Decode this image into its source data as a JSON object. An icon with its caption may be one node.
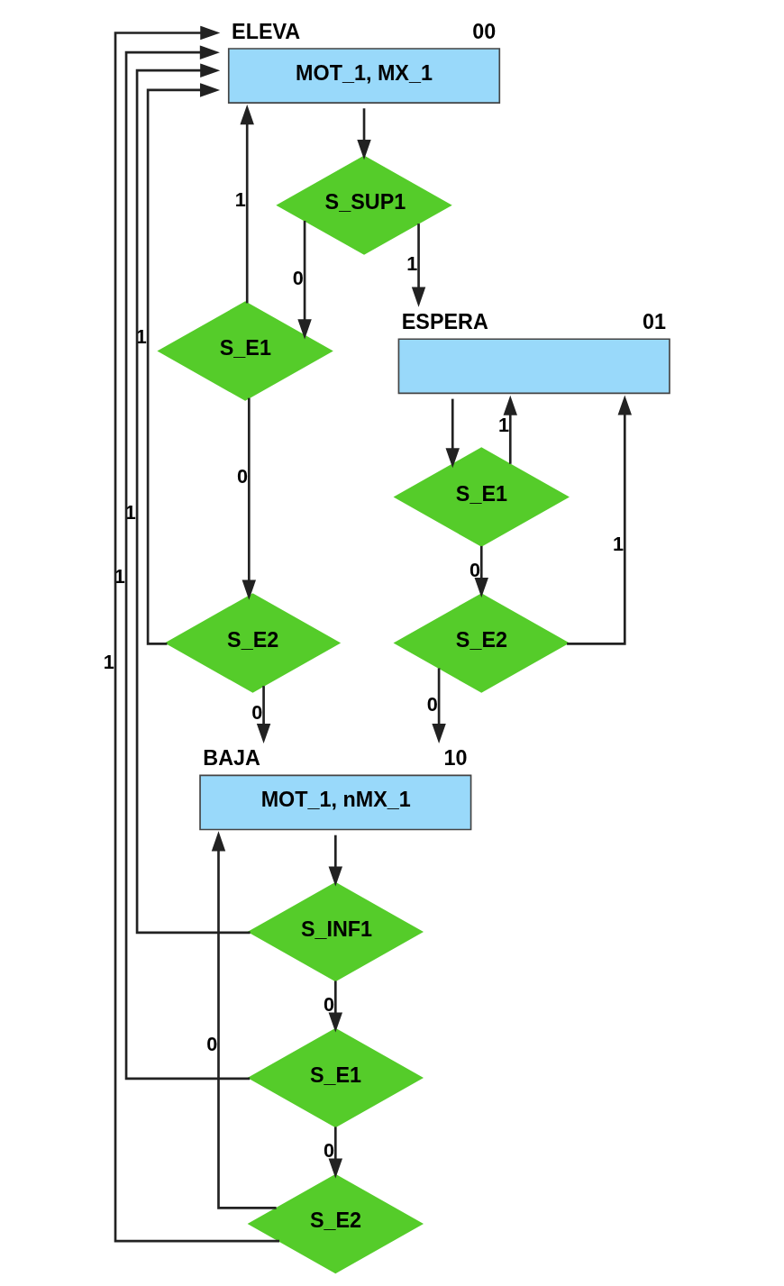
{
  "diagram": {
    "nodes": [
      {
        "text": [
          "ELEVA",
          "MOT_1, MX_1"
        ],
        "beside": [
          "00"
        ]
      },
      {
        "text": [
          "S_SUP1"
        ]
      },
      {
        "text": [
          "S_E1"
        ]
      },
      {
        "text": [
          "S_E2"
        ]
      },
      {
        "text": [
          "ESPERA"
        ],
        "beside": [
          "01"
        ]
      },
      {
        "text": [
          "S_E1"
        ]
      },
      {
        "text": [
          "S_E2"
        ]
      },
      {
        "text": [
          "BAJA",
          "MOT_1, nMX_1"
        ],
        "beside": [
          "10"
        ]
      },
      {
        "text": [
          "S_INF1"
        ]
      },
      {
        "text": [
          "S_E1"
        ]
      },
      {
        "text": [
          "S_E2"
        ]
      }
    ],
    "edges": [
      {
        "from": 0,
        "to": 1,
        "arrow": "to"
      },
      {
        "from": 1,
        "to": 2,
        "arrow": "to",
        "label": "0"
      },
      {
        "from": 1,
        "to": 4,
        "arrow": "to",
        "label": "1"
      },
      {
        "from": 2,
        "to": 0,
        "arrow": "to",
        "label": "1"
      },
      {
        "from": 2,
        "to": 3,
        "arrow": "to",
        "label": "0"
      },
      {
        "from": 3,
        "to": 0,
        "arrow": "to",
        "label": "1"
      },
      {
        "from": 3,
        "to": 7,
        "arrow": "to",
        "label": "0"
      },
      {
        "from": 4,
        "to": 5,
        "arrow": "to"
      },
      {
        "from": 5,
        "to": 4,
        "arrow": "to",
        "label": "1"
      },
      {
        "from": 5,
        "to": 6,
        "arrow": "to",
        "label": "0"
      },
      {
        "from": 6,
        "to": 4,
        "arrow": "to",
        "label": "1"
      },
      {
        "from": 6,
        "to": 7,
        "arrow": "to",
        "label": "0"
      },
      {
        "from": 7,
        "to": 8,
        "arrow": "to"
      },
      {
        "from": 8,
        "to": 0,
        "arrow": "to",
        "label": "1"
      },
      {
        "from": 8,
        "to": 9,
        "arrow": "to",
        "label": "0"
      },
      {
        "from": 9,
        "to": 0,
        "arrow": "to",
        "label": "1"
      },
      {
        "from": 9,
        "to": 10,
        "arrow": "to",
        "label": "0"
      },
      {
        "from": 10,
        "to": 0,
        "arrow": "to",
        "label": "1"
      },
      {
        "from": 10,
        "to": 7,
        "arrow": "to",
        "label": "0"
      }
    ]
  }
}
